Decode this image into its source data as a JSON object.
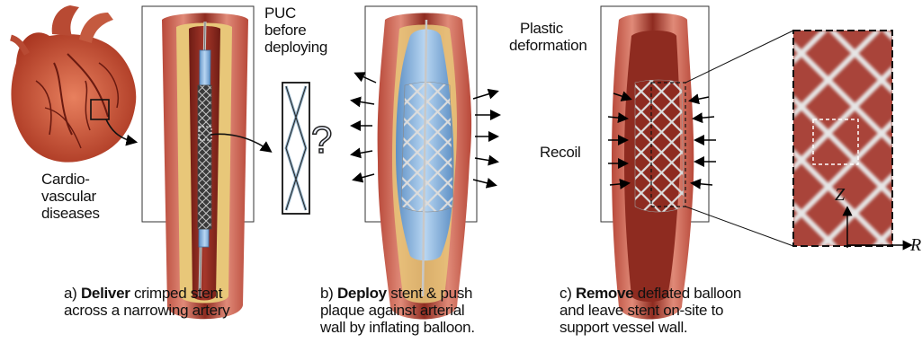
{
  "labels": {
    "heart_caption": [
      "Cardio-",
      "vascular",
      "diseases"
    ],
    "puc_label": [
      "PUC",
      "before",
      "deploying"
    ],
    "question_mark": "?",
    "plastic_label": [
      "Plastic",
      "deformation"
    ],
    "recoil_label": "Recoil",
    "z_axis": "Z",
    "r_axis": "R"
  },
  "captions": {
    "a": {
      "prefix": "a) ",
      "bold": "Deliver",
      "rest": " crimped stent",
      "line2": "across a narrowing artery"
    },
    "b": {
      "prefix": "b) ",
      "bold": "Deploy",
      "rest": " stent & push",
      "line2": "plaque against arterial",
      "line3": "wall by inflating balloon."
    },
    "c": {
      "prefix": "c) ",
      "bold": "Remove",
      "rest": " deflated balloon",
      "line2": "and leave stent on-site to",
      "line3": "support vessel wall."
    }
  },
  "colors": {
    "artery_outer": "#c95b4a",
    "artery_inner": "#7a2218",
    "plaque": "#e6c77a",
    "balloon": "#8fb8e0",
    "stent": "#d8d8d8",
    "heart": "#c24a36"
  }
}
